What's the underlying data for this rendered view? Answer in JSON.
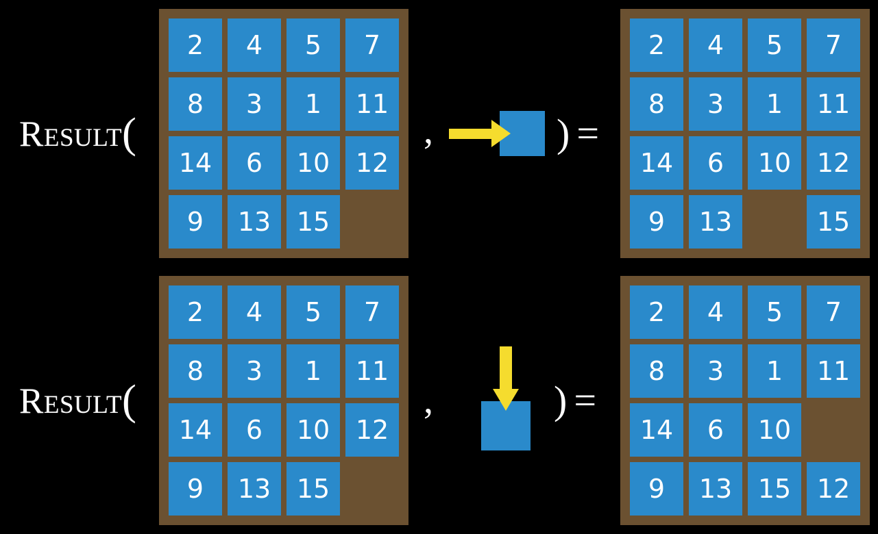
{
  "page": {
    "background_color": "#000000",
    "board_frame_color": "#6b5131",
    "tile_color": "#2a8acb",
    "tile_text_color": "#ffffff",
    "arrow_color": "#f5dc2e",
    "text_color": "#ffffff"
  },
  "notation": {
    "function_name": "Result",
    "open_paren": "(",
    "close_paren": ")",
    "comma": ",",
    "equals": "="
  },
  "rows": [
    {
      "id": "row-1",
      "label": "Result",
      "action": {
        "icon": "arrow-right-icon",
        "direction": "right",
        "description": "blank tile moves right"
      },
      "input_board": {
        "rows": 4,
        "cols": 4,
        "blank_row": 4,
        "blank_col": 4,
        "cells": [
          [
            "2",
            "4",
            "5",
            "7"
          ],
          [
            "8",
            "3",
            "1",
            "11"
          ],
          [
            "14",
            "6",
            "10",
            "12"
          ],
          [
            "9",
            "13",
            "15",
            ""
          ]
        ]
      },
      "output_board": {
        "rows": 4,
        "cols": 4,
        "blank_row": 4,
        "blank_col": 3,
        "cells": [
          [
            "2",
            "4",
            "5",
            "7"
          ],
          [
            "8",
            "3",
            "1",
            "11"
          ],
          [
            "14",
            "6",
            "10",
            "12"
          ],
          [
            "9",
            "13",
            "",
            "15"
          ]
        ]
      }
    },
    {
      "id": "row-2",
      "label": "Result",
      "action": {
        "icon": "arrow-down-icon",
        "direction": "down",
        "description": "blank tile moves down"
      },
      "input_board": {
        "rows": 4,
        "cols": 4,
        "blank_row": 4,
        "blank_col": 4,
        "cells": [
          [
            "2",
            "4",
            "5",
            "7"
          ],
          [
            "8",
            "3",
            "1",
            "11"
          ],
          [
            "14",
            "6",
            "10",
            "12"
          ],
          [
            "9",
            "13",
            "15",
            ""
          ]
        ]
      },
      "output_board": {
        "rows": 4,
        "cols": 4,
        "blank_row": 3,
        "blank_col": 4,
        "cells": [
          [
            "2",
            "4",
            "5",
            "7"
          ],
          [
            "8",
            "3",
            "1",
            "11"
          ],
          [
            "14",
            "6",
            "10",
            ""
          ],
          [
            "9",
            "13",
            "15",
            "12"
          ]
        ]
      }
    }
  ]
}
